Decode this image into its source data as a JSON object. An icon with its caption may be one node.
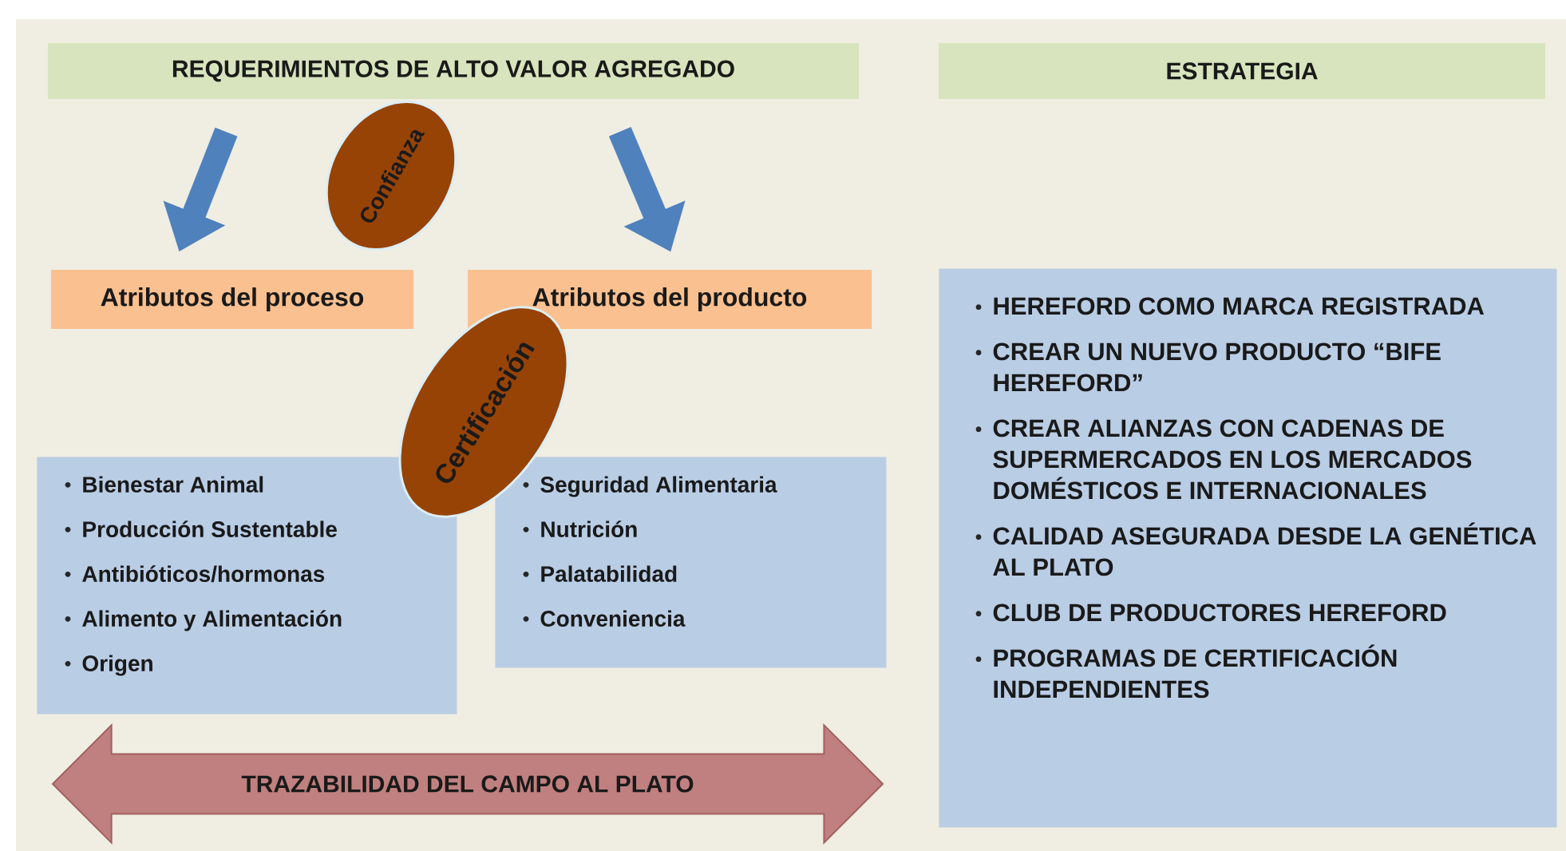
{
  "diagram": {
    "nodes": [
      {
        "text": [
          "REQUERIMIENTOS DE ALTO VALOR AGREGADO"
        ]
      },
      {
        "text": [
          "ESTRATEGIA"
        ]
      },
      {
        "text": [
          "Confianza"
        ]
      },
      {
        "text": [
          "Atributos del proceso"
        ]
      },
      {
        "text": [
          "Atributos del producto"
        ]
      },
      {
        "text": [
          "Certificación"
        ]
      },
      {
        "text": [
          "Bienestar Animal",
          "Producción Sustentable",
          "Antibióticos/hormonas",
          "Alimento y Alimentación",
          "Origen"
        ]
      },
      {
        "text": [
          "Seguridad Alimentaria",
          "Nutrición",
          "Palatabilidad",
          "Conveniencia"
        ]
      },
      {
        "text": [
          "HEREFORD COMO MARCA REGISTRADA",
          "CREAR UN NUEVO PRODUCTO “BIFE HEREFORD”",
          "CREAR ALIANZAS CON CADENAS DE SUPERMERCADOS EN LOS MERCADOS DOMÉSTICOS E INTERNACIONALES",
          "CALIDAD ASEGURADA DESDE LA GENÉTICA AL PLATO",
          "CLUB DE PRODUCTORES HEREFORD",
          "PROGRAMAS DE CERTIFICACIÓN INDEPENDIENTES"
        ]
      },
      {
        "text": [
          "TRAZABILIDAD DEL CAMPO AL PLATO"
        ]
      }
    ],
    "edges": [
      {
        "from": 0,
        "to": 3,
        "arrow": "to"
      },
      {
        "from": 0,
        "to": 4,
        "arrow": "to"
      }
    ]
  }
}
